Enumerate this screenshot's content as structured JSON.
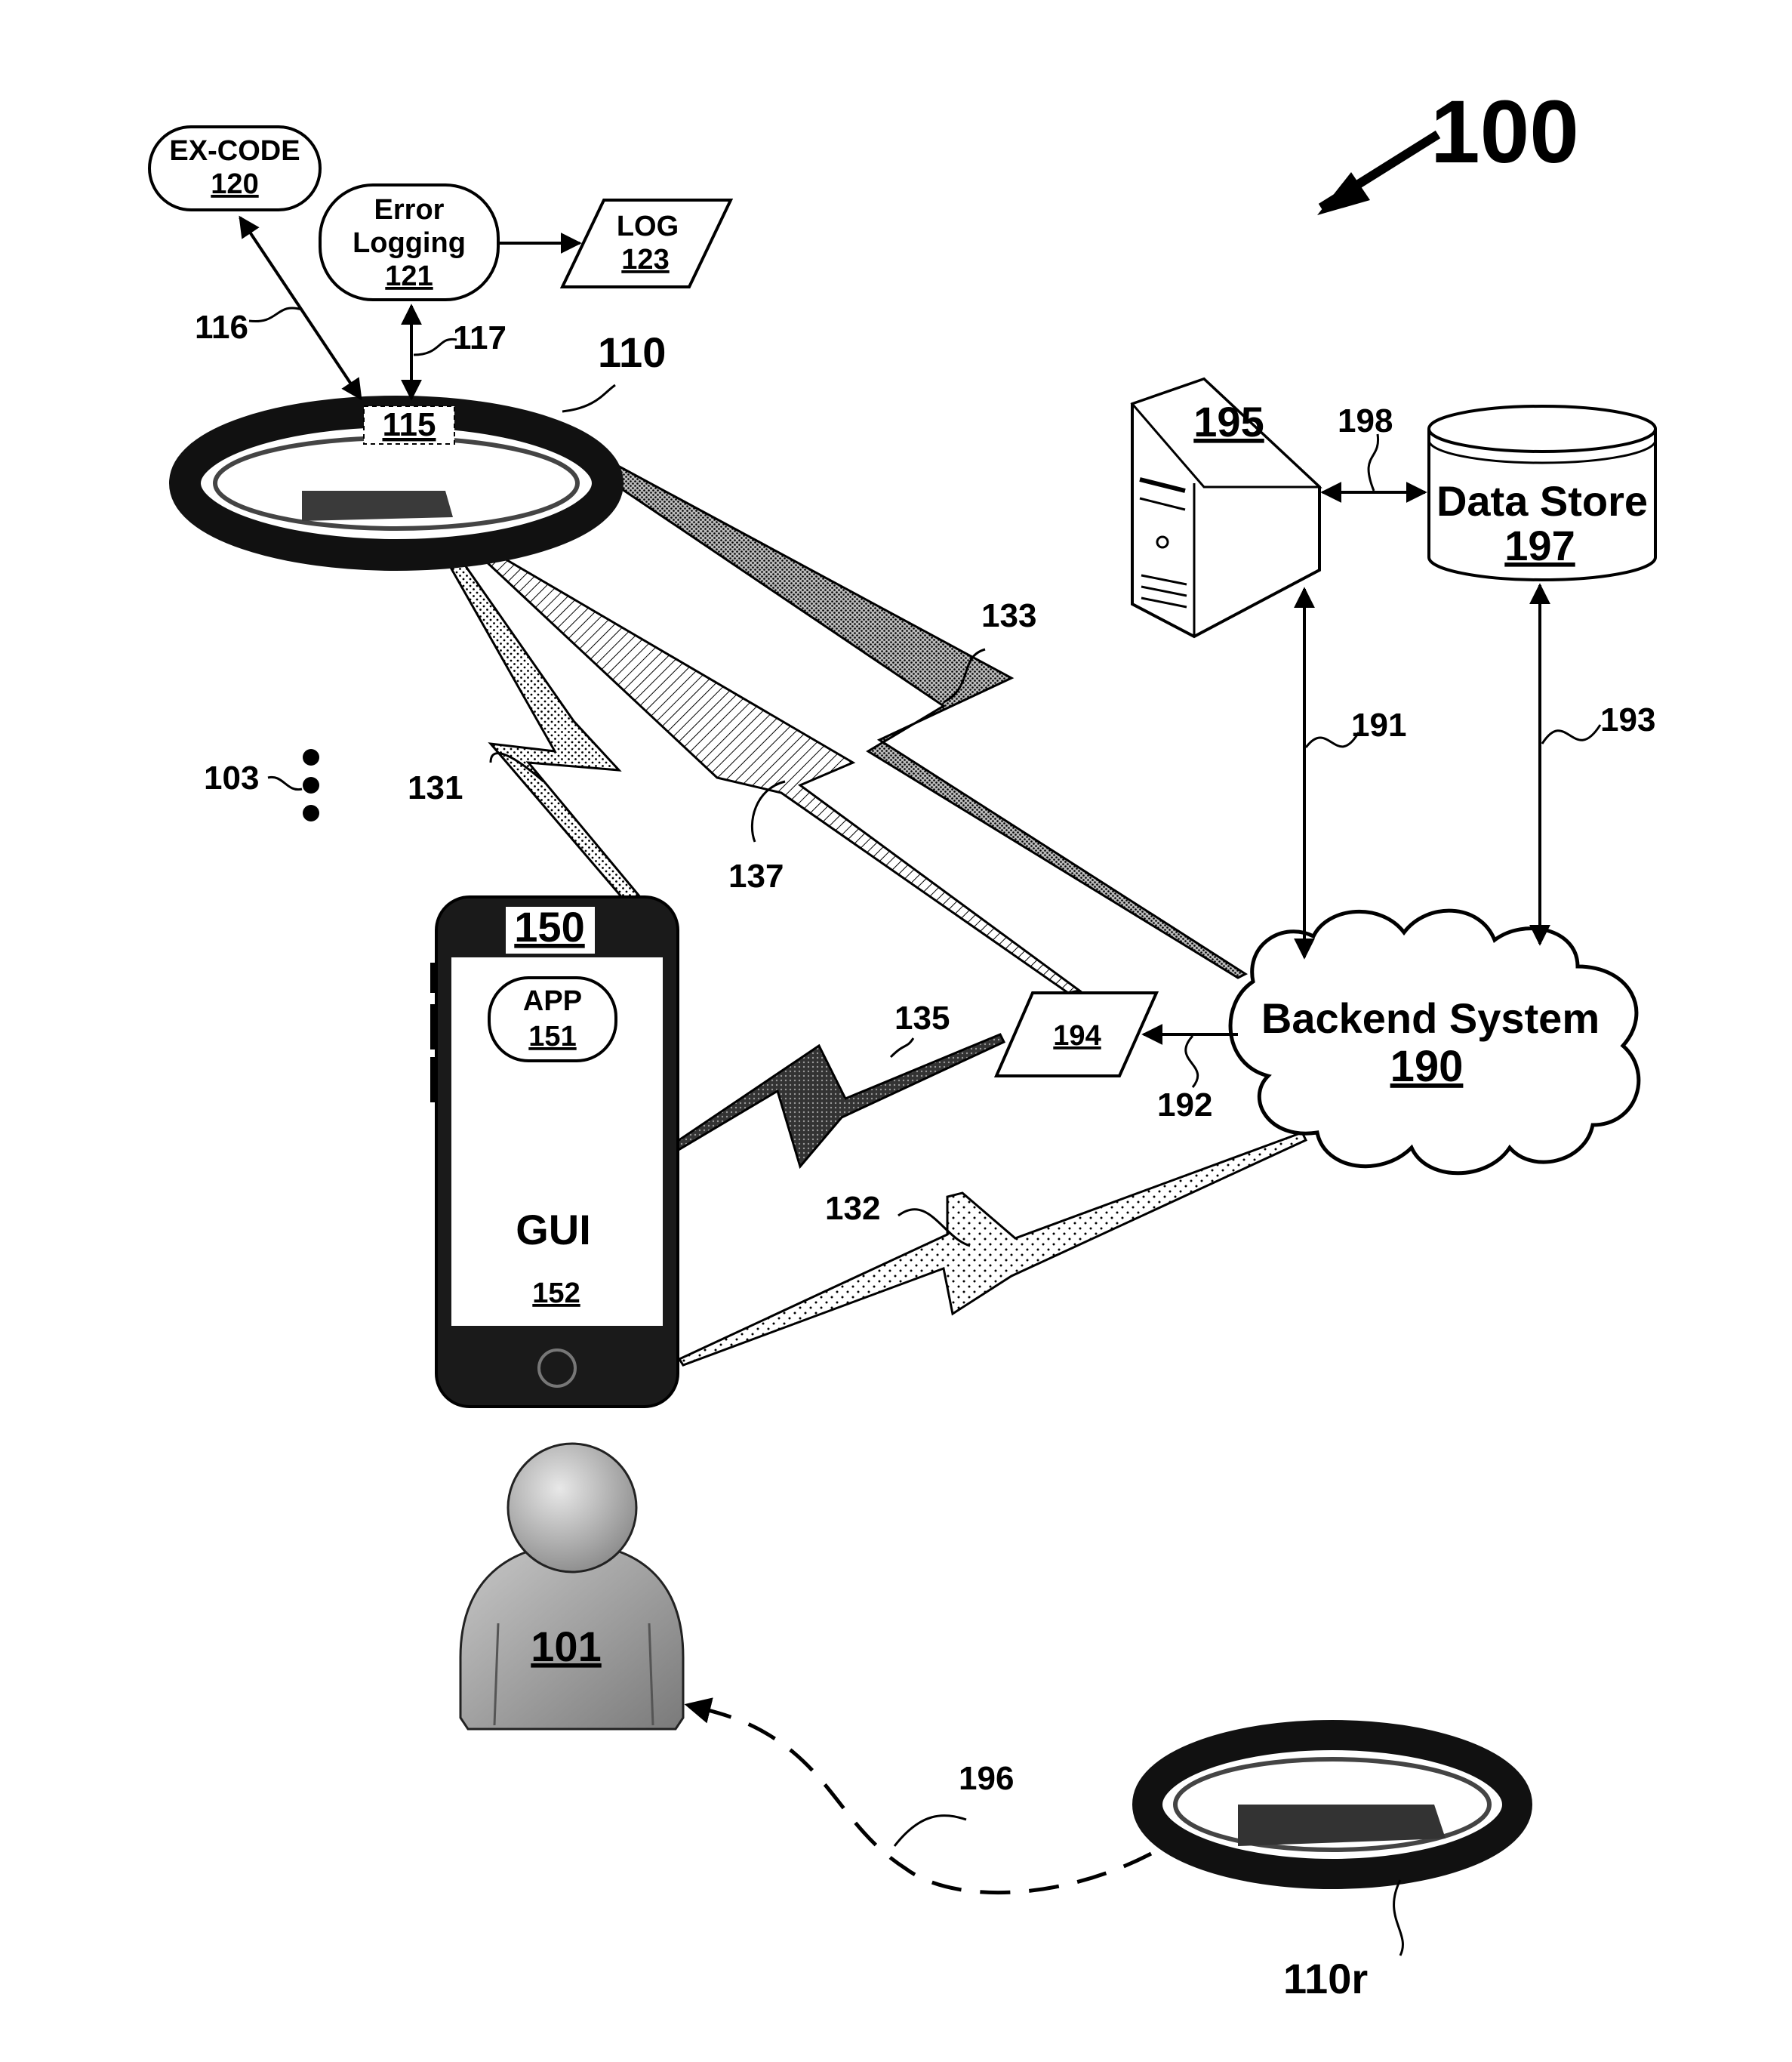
{
  "figure": {
    "ref": "100"
  },
  "nodes": {
    "excode": {
      "title": "EX-CODE",
      "ref": "120"
    },
    "error_logging": {
      "title_line1": "Error",
      "title_line2": "Logging",
      "ref": "121"
    },
    "log": {
      "title": "LOG",
      "ref": "123"
    },
    "band_module": {
      "ref": "115"
    },
    "band": {
      "ref": "110"
    },
    "band_returned": {
      "ref": "110r"
    },
    "server": {
      "ref": "195"
    },
    "data_store": {
      "title": "Data Store",
      "ref": "197"
    },
    "backend": {
      "title": "Backend System",
      "ref": "190"
    },
    "message": {
      "ref": "194"
    },
    "phone": {
      "ref": "150"
    },
    "app": {
      "title": "APP",
      "ref": "151"
    },
    "gui": {
      "title": "GUI",
      "ref": "152"
    },
    "user": {
      "ref": "101"
    },
    "more_devices": {
      "ref": "103"
    }
  },
  "links": {
    "l116": "116",
    "l117": "117",
    "l131": "131",
    "l132": "132",
    "l133": "133",
    "l135": "135",
    "l137": "137",
    "l191": "191",
    "l192": "192",
    "l193": "193",
    "l196": "196",
    "l198": "198"
  }
}
